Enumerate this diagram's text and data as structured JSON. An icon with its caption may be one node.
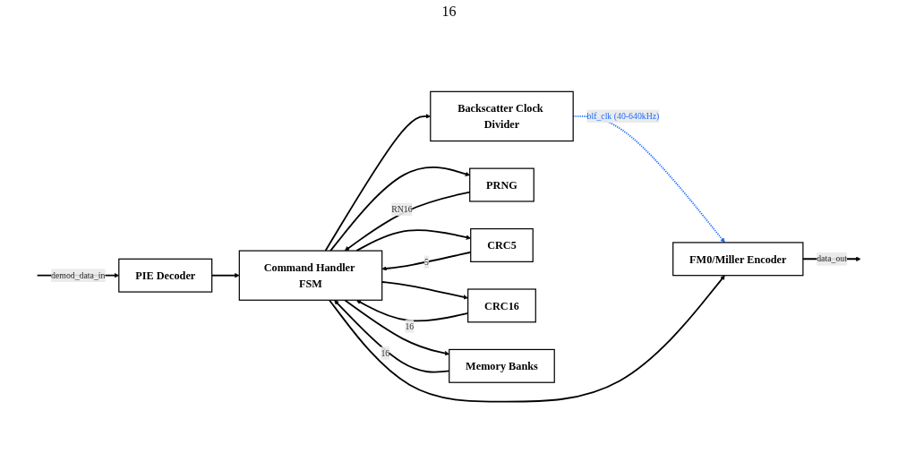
{
  "diagram": {
    "nodes": [
      {
        "text": [
          "PIE Decoder"
        ]
      },
      {
        "text": [
          "Backscatter Clock Divider"
        ]
      },
      {
        "text": [
          "FM0/Miller Encoder"
        ]
      },
      {
        "text": [
          "Command Handler FSM"
        ]
      },
      {
        "text": [
          "PRNG"
        ]
      },
      {
        "text": [
          "CRC5"
        ]
      },
      {
        "text": [
          "CRC16"
        ]
      },
      {
        "text": [
          "Memory Banks"
        ]
      }
    ],
    "edges": [
      {
        "from": null,
        "to": 0,
        "arrow": "to",
        "label": "demod_data_in"
      },
      {
        "from": 0,
        "to": 3,
        "arrow": "to"
      },
      {
        "from": 4,
        "to": 3,
        "arrow": "to",
        "label": "RN16"
      },
      {
        "from": 3,
        "to": 4,
        "arrow": "to"
      },
      {
        "from": 3,
        "to": 1,
        "arrow": "to"
      },
      {
        "from": 1,
        "to": 2,
        "arrow": "to",
        "label": "blf_clk (40-640kHz)",
        "style": "dashed",
        "color": "#1a6cff"
      },
      {
        "from": 2,
        "to": null,
        "arrow": "to",
        "label": "data_out"
      },
      {
        "from": 3,
        "to": 2,
        "arrow": "to"
      },
      {
        "from": 5,
        "to": 3,
        "arrow": "to",
        "label": "5"
      },
      {
        "from": 3,
        "to": 5,
        "arrow": "to"
      },
      {
        "from": 6,
        "to": 3,
        "arrow": "to",
        "label": "16"
      },
      {
        "from": 3,
        "to": 6,
        "arrow": "to"
      },
      {
        "from": 7,
        "to": 3,
        "arrow": "to",
        "label": "16"
      },
      {
        "from": 3,
        "to": 7,
        "arrow": "to"
      }
    ],
    "labels": [
      "16"
    ]
  }
}
